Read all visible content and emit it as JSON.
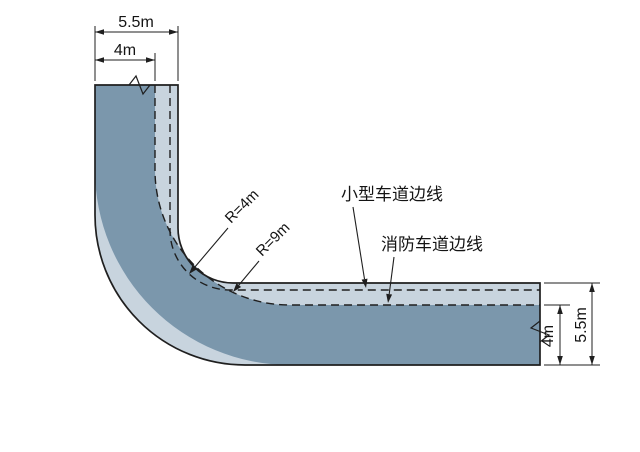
{
  "diagram": {
    "labels": {
      "small_car_edge": "小型车道边线",
      "fire_lane_edge": "消防车道边线",
      "radius_small_car": "R=4m",
      "radius_fire": "R=9m"
    },
    "dimensions": {
      "top_total_width": "5.5m",
      "top_fire_lane_width": "4m",
      "right_fire_lane_width": "4m",
      "right_total_width": "5.5m"
    },
    "colors": {
      "pavement_light": "#c8d4de",
      "fire_lane_dark": "#7b97ac",
      "line": "#1f1f1f"
    }
  }
}
